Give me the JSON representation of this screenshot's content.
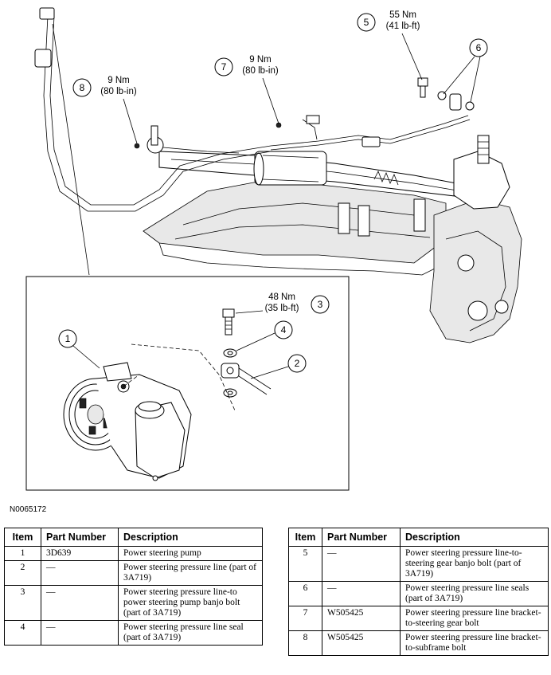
{
  "figure_code": "N0065172",
  "callouts": {
    "c1": "1",
    "c2": "2",
    "c3": "3",
    "c4": "4",
    "c5": "5",
    "c6": "6",
    "c7": "7",
    "c8": "8"
  },
  "torque": {
    "t3_nm": "48 Nm",
    "t3_lbft": "(35 lb-ft)",
    "t5_nm": "55 Nm",
    "t5_lbft": "(41 lb-ft)",
    "t7_nm": "9 Nm",
    "t7_lbin": "(80 lb-in)",
    "t8_nm": "9 Nm",
    "t8_lbin": "(80 lb-in)"
  },
  "table_headers": {
    "item": "Item",
    "part_number": "Part Number",
    "description": "Description"
  },
  "parts_left": [
    {
      "item": "1",
      "part_number": "3D639",
      "description": "Power steering pump"
    },
    {
      "item": "2",
      "part_number": "—",
      "description": "Power steering pressure line (part of 3A719)"
    },
    {
      "item": "3",
      "part_number": "—",
      "description": "Power steering pressure line-to power steering pump banjo bolt (part of 3A719)"
    },
    {
      "item": "4",
      "part_number": "—",
      "description": "Power steering pressure line seal (part of 3A719)"
    }
  ],
  "parts_right": [
    {
      "item": "5",
      "part_number": "—",
      "description": "Power steering pressure line-to-steering gear banjo bolt (part of 3A719)"
    },
    {
      "item": "6",
      "part_number": "—",
      "description": "Power steering pressure line seals (part of 3A719)"
    },
    {
      "item": "7",
      "part_number": "W505425",
      "description": "Power steering pressure line bracket-to-steering gear bolt"
    },
    {
      "item": "8",
      "part_number": "W505425",
      "description": "Power steering pressure line bracket-to-subframe bolt"
    }
  ]
}
